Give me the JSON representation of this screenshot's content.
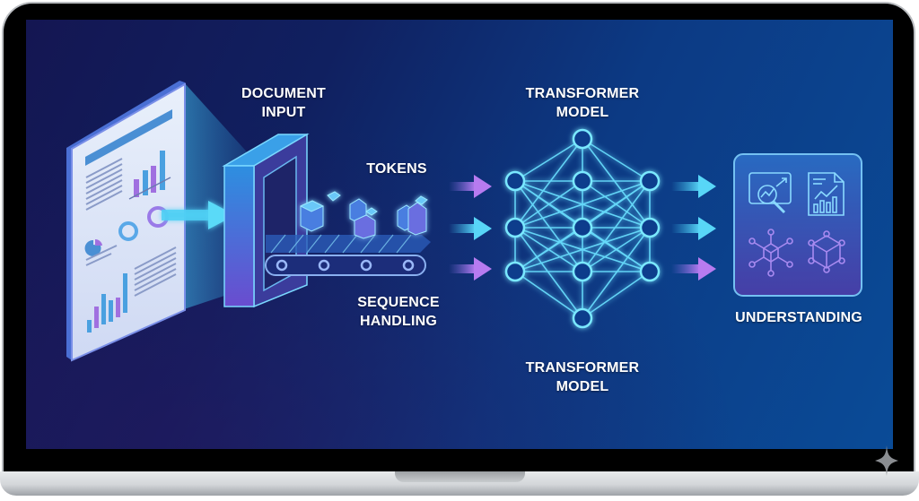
{
  "diagram": {
    "type": "pipeline-illustration",
    "stages": [
      {
        "id": "document_input",
        "label_line1": "DOCUMENT",
        "label_line2": "INPUT"
      },
      {
        "id": "tokens",
        "label": "TOKENS"
      },
      {
        "id": "sequence_handling",
        "label_line1": "SEQUENCE",
        "label_line2": "HANDLING"
      },
      {
        "id": "transformer_model_top",
        "label_line1": "TRANSFORMER",
        "label_line2": "MODEL"
      },
      {
        "id": "transformer_model_bottom",
        "label_line1": "TRANSFORMER",
        "label_line2": "MODEL"
      },
      {
        "id": "understanding",
        "label": "UNDERSTANDING"
      }
    ],
    "flow": [
      "document_input",
      "tokens",
      "sequence_handling",
      "transformer_model",
      "understanding"
    ],
    "network": {
      "layers": [
        1,
        3,
        3,
        3,
        1
      ],
      "description": "neural network with 11 nodes, fully connected glowing cyan"
    },
    "understanding_icons": [
      "analytics-magnifier-icon",
      "report-chart-icon",
      "cube-network-icon",
      "crystal-lattice-icon"
    ],
    "colors": {
      "background_dark": "#141652",
      "background_light": "#0a4b97",
      "glow_cyan": "#4fd8ff",
      "accent_purple": "#a070e8",
      "text": "#ffffff"
    }
  },
  "device": {
    "type": "laptop",
    "sparkle_mark": "sparkle-icon"
  }
}
